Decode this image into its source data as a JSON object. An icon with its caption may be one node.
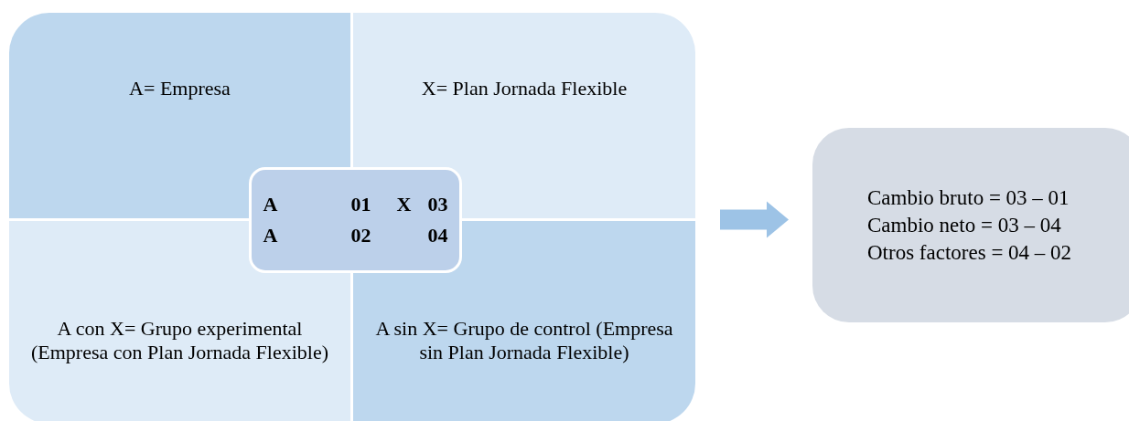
{
  "diagram": {
    "nodes": [
      {
        "text": [
          "A= Empresa"
        ]
      },
      {
        "text": [
          "X= Plan Jornada Flexible"
        ]
      },
      {
        "text": [
          "A con X= Grupo experimental (Empresa con Plan Jornada Flexible)"
        ]
      },
      {
        "text": [
          "A sin X= Grupo de control (Empresa sin Plan Jornada Flexible)"
        ]
      },
      {
        "text": [
          "A",
          "01",
          "X",
          "03",
          "A",
          "02",
          "04"
        ]
      },
      {
        "text": [
          "Cambio bruto = 03 – 01",
          "Cambio neto = 03 – 04",
          "Otros factores = 04 – 02"
        ]
      }
    ],
    "edges": [
      {
        "from": null,
        "to": 5,
        "arrow": "to"
      }
    ]
  }
}
